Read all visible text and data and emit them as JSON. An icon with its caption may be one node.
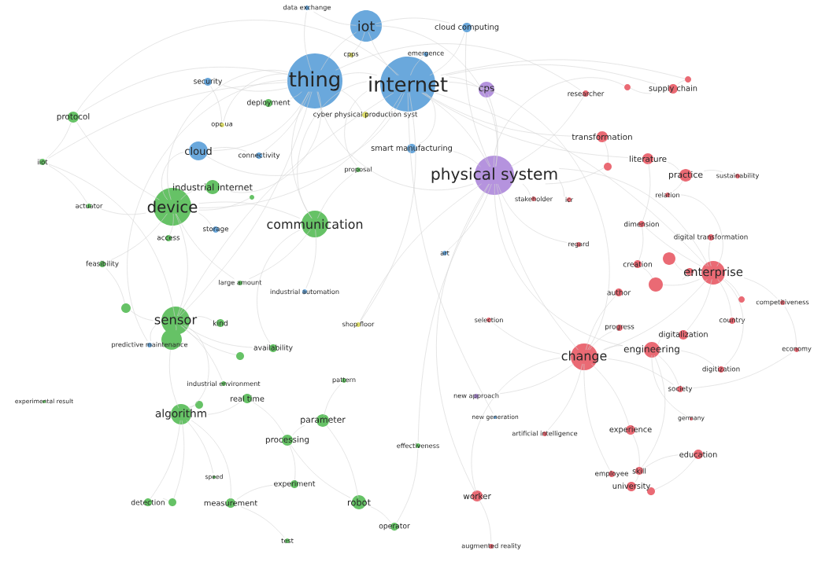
{
  "diagram": {
    "nodes": [
      {
        "text": [
          "data exchange"
        ]
      },
      {
        "text": [
          "iot"
        ]
      },
      {
        "text": [
          "cloud computing"
        ]
      },
      {
        "text": [
          "cpps"
        ]
      },
      {
        "text": [
          "emergence"
        ]
      },
      {
        "text": [
          "thing"
        ]
      },
      {
        "text": [
          "internet"
        ]
      },
      {
        "text": [
          "cps"
        ]
      },
      {
        "text": [],
        "shape": "circle"
      },
      {
        "text": [
          "supply chain"
        ]
      },
      {
        "text": [],
        "shape": "circle"
      },
      {
        "text": [
          "researcher"
        ]
      },
      {
        "text": [
          "security"
        ]
      },
      {
        "text": [
          "deployment"
        ]
      },
      {
        "text": [
          "cyber physical production syst"
        ]
      },
      {
        "text": [
          "protocol"
        ]
      },
      {
        "text": [
          "opc ua"
        ]
      },
      {
        "text": [
          "transformation"
        ]
      },
      {
        "text": [
          "cloud"
        ]
      },
      {
        "text": [
          "smart manufacturing"
        ]
      },
      {
        "text": [
          "connectivity"
        ]
      },
      {
        "text": [
          "literature"
        ]
      },
      {
        "text": [
          "iiot"
        ]
      },
      {
        "text": [],
        "shape": "circle"
      },
      {
        "text": [
          "proposal"
        ]
      },
      {
        "text": [
          "physical system"
        ]
      },
      {
        "text": [
          "practice"
        ]
      },
      {
        "text": [
          "sustainability"
        ]
      },
      {
        "text": [
          "relation"
        ]
      },
      {
        "text": [
          "industrial internet"
        ]
      },
      {
        "text": [],
        "shape": "circle"
      },
      {
        "text": [
          "stakeholder"
        ]
      },
      {
        "text": [
          "icr"
        ]
      },
      {
        "text": [
          "device"
        ]
      },
      {
        "text": [
          "actuator"
        ]
      },
      {
        "text": [
          "communication"
        ]
      },
      {
        "text": [
          "dimension"
        ]
      },
      {
        "text": [
          "storage"
        ]
      },
      {
        "text": [
          "access"
        ]
      },
      {
        "text": [
          "digital transformation"
        ]
      },
      {
        "text": [
          "regard"
        ]
      },
      {
        "text": [
          "art"
        ]
      },
      {
        "text": [],
        "shape": "circle"
      },
      {
        "text": [
          "creation"
        ]
      },
      {
        "text": [
          "feasibility"
        ]
      },
      {
        "text": [
          "enterprise"
        ]
      },
      {
        "text": [],
        "shape": "circle"
      },
      {
        "text": [
          "large amount"
        ]
      },
      {
        "text": [],
        "shape": "circle"
      },
      {
        "text": [
          "industrial automation"
        ]
      },
      {
        "text": [
          "author"
        ]
      },
      {
        "text": [],
        "shape": "circle"
      },
      {
        "text": [],
        "shape": "circle"
      },
      {
        "text": [
          "competitiveness"
        ]
      },
      {
        "text": [
          "sensor"
        ]
      },
      {
        "text": [
          "kind"
        ]
      },
      {
        "text": [
          "shop floor"
        ]
      },
      {
        "text": [
          "country"
        ]
      },
      {
        "text": [
          "selection"
        ]
      },
      {
        "text": [
          "progress"
        ]
      },
      {
        "text": [],
        "shape": "circle"
      },
      {
        "text": [
          "predictive maintenance"
        ]
      },
      {
        "text": [
          "availability"
        ]
      },
      {
        "text": [
          "digitalization"
        ]
      },
      {
        "text": [
          "engineering"
        ]
      },
      {
        "text": [
          "change"
        ]
      },
      {
        "text": [
          "economy"
        ]
      },
      {
        "text": [],
        "shape": "circle"
      },
      {
        "text": [
          "digitization"
        ]
      },
      {
        "text": [
          "society"
        ]
      },
      {
        "text": [
          "industrial environment"
        ]
      },
      {
        "text": [
          "pattern"
        ]
      },
      {
        "text": [
          "experimental result"
        ]
      },
      {
        "text": [
          "new approach"
        ]
      },
      {
        "text": [
          "real time"
        ]
      },
      {
        "text": [],
        "shape": "circle"
      },
      {
        "text": [
          "algorithm"
        ]
      },
      {
        "text": [
          "parameter"
        ]
      },
      {
        "text": [
          "germany"
        ]
      },
      {
        "text": [
          "new generation"
        ]
      },
      {
        "text": [
          "artificial intelligence"
        ]
      },
      {
        "text": [
          "experience"
        ]
      },
      {
        "text": [
          "processing"
        ]
      },
      {
        "text": [
          "effectiveness"
        ]
      },
      {
        "text": [
          "education"
        ]
      },
      {
        "text": [
          "skill"
        ]
      },
      {
        "text": [
          "employee"
        ]
      },
      {
        "text": [
          "speed"
        ]
      },
      {
        "text": [
          "experiment"
        ]
      },
      {
        "text": [
          "university"
        ]
      },
      {
        "text": [],
        "shape": "circle"
      },
      {
        "text": [
          "worker"
        ]
      },
      {
        "text": [
          "detection"
        ]
      },
      {
        "text": [],
        "shape": "circle"
      },
      {
        "text": [
          "measurement"
        ]
      },
      {
        "text": [
          "robot"
        ]
      },
      {
        "text": [
          "operator"
        ]
      },
      {
        "text": [
          "test"
        ]
      },
      {
        "text": [
          "augmented reality"
        ]
      }
    ],
    "edges": [
      {
        "from": 5,
        "to": 6,
        "arrow": "none"
      },
      {
        "from": 5,
        "to": 1,
        "arrow": "none"
      },
      {
        "from": 6,
        "to": 1,
        "arrow": "none"
      },
      {
        "from": 5,
        "to": 25,
        "arrow": "none"
      },
      {
        "from": 6,
        "to": 25,
        "arrow": "none"
      },
      {
        "from": 1,
        "to": 25,
        "arrow": "none"
      },
      {
        "from": 5,
        "to": 33,
        "arrow": "none"
      },
      {
        "from": 6,
        "to": 33,
        "arrow": "none"
      },
      {
        "from": 5,
        "to": 35,
        "arrow": "none"
      },
      {
        "from": 6,
        "to": 35,
        "arrow": "none"
      },
      {
        "from": 5,
        "to": 54,
        "arrow": "none"
      },
      {
        "from": 6,
        "to": 54,
        "arrow": "none"
      },
      {
        "from": 5,
        "to": 18,
        "arrow": "none"
      },
      {
        "from": 6,
        "to": 18,
        "arrow": "none"
      },
      {
        "from": 5,
        "to": 12,
        "arrow": "none"
      },
      {
        "from": 5,
        "to": 13,
        "arrow": "none"
      },
      {
        "from": 5,
        "to": 15,
        "arrow": "none"
      },
      {
        "from": 6,
        "to": 15,
        "arrow": "none"
      },
      {
        "from": 5,
        "to": 22,
        "arrow": "none"
      },
      {
        "from": 1,
        "to": 0,
        "arrow": "none"
      },
      {
        "from": 5,
        "to": 0,
        "arrow": "none"
      },
      {
        "from": 1,
        "to": 2,
        "arrow": "none"
      },
      {
        "from": 6,
        "to": 2,
        "arrow": "none"
      },
      {
        "from": 6,
        "to": 7,
        "arrow": "none"
      },
      {
        "from": 7,
        "to": 25,
        "arrow": "none"
      },
      {
        "from": 1,
        "to": 3,
        "arrow": "none"
      },
      {
        "from": 6,
        "to": 4,
        "arrow": "none"
      },
      {
        "from": 5,
        "to": 14,
        "arrow": "none"
      },
      {
        "from": 6,
        "to": 19,
        "arrow": "none"
      },
      {
        "from": 5,
        "to": 20,
        "arrow": "none"
      },
      {
        "from": 5,
        "to": 29,
        "arrow": "none"
      },
      {
        "from": 33,
        "to": 54,
        "arrow": "none"
      },
      {
        "from": 33,
        "to": 35,
        "arrow": "none"
      },
      {
        "from": 33,
        "to": 29,
        "arrow": "none"
      },
      {
        "from": 33,
        "to": 34,
        "arrow": "none"
      },
      {
        "from": 33,
        "to": 38,
        "arrow": "none"
      },
      {
        "from": 33,
        "to": 44,
        "arrow": "none"
      },
      {
        "from": 33,
        "to": 37,
        "arrow": "none"
      },
      {
        "from": 15,
        "to": 22,
        "arrow": "none"
      },
      {
        "from": 15,
        "to": 33,
        "arrow": "none"
      },
      {
        "from": 22,
        "to": 34,
        "arrow": "none"
      },
      {
        "from": 22,
        "to": 54,
        "arrow": "none"
      },
      {
        "from": 18,
        "to": 33,
        "arrow": "none"
      },
      {
        "from": 18,
        "to": 20,
        "arrow": "none"
      },
      {
        "from": 12,
        "to": 16,
        "arrow": "none"
      },
      {
        "from": 54,
        "to": 76,
        "arrow": "none"
      },
      {
        "from": 54,
        "to": 55,
        "arrow": "none"
      },
      {
        "from": 54,
        "to": 60,
        "arrow": "none"
      },
      {
        "from": 54,
        "to": 61,
        "arrow": "none"
      },
      {
        "from": 54,
        "to": 62,
        "arrow": "none"
      },
      {
        "from": 54,
        "to": 51,
        "arrow": "none"
      },
      {
        "from": 44,
        "to": 51,
        "arrow": "none"
      },
      {
        "from": 35,
        "to": 62,
        "arrow": "none"
      },
      {
        "from": 35,
        "to": 47,
        "arrow": "none"
      },
      {
        "from": 35,
        "to": 49,
        "arrow": "none"
      },
      {
        "from": 35,
        "to": 24,
        "arrow": "none"
      },
      {
        "from": 6,
        "to": 24,
        "arrow": "none"
      },
      {
        "from": 76,
        "to": 75,
        "arrow": "none"
      },
      {
        "from": 76,
        "to": 92,
        "arrow": "none"
      },
      {
        "from": 76,
        "to": 93,
        "arrow": "none"
      },
      {
        "from": 76,
        "to": 87,
        "arrow": "none"
      },
      {
        "from": 76,
        "to": 94,
        "arrow": "none"
      },
      {
        "from": 76,
        "to": 74,
        "arrow": "none"
      },
      {
        "from": 74,
        "to": 82,
        "arrow": "none"
      },
      {
        "from": 70,
        "to": 54,
        "arrow": "none"
      },
      {
        "from": 82,
        "to": 77,
        "arrow": "none"
      },
      {
        "from": 77,
        "to": 71,
        "arrow": "none"
      },
      {
        "from": 77,
        "to": 95,
        "arrow": "none"
      },
      {
        "from": 95,
        "to": 96,
        "arrow": "none"
      },
      {
        "from": 95,
        "to": 82,
        "arrow": "none"
      },
      {
        "from": 82,
        "to": 88,
        "arrow": "none"
      },
      {
        "from": 94,
        "to": 97,
        "arrow": "none"
      },
      {
        "from": 94,
        "to": 88,
        "arrow": "none"
      },
      {
        "from": 56,
        "to": 25,
        "arrow": "none"
      },
      {
        "from": 56,
        "to": 6,
        "arrow": "none"
      },
      {
        "from": 83,
        "to": 25,
        "arrow": "none"
      },
      {
        "from": 83,
        "to": 96,
        "arrow": "none"
      },
      {
        "from": 25,
        "to": 65,
        "arrow": "none"
      },
      {
        "from": 25,
        "to": 45,
        "arrow": "none"
      },
      {
        "from": 25,
        "to": 64,
        "arrow": "none"
      },
      {
        "from": 25,
        "to": 31,
        "arrow": "none"
      },
      {
        "from": 25,
        "to": 41,
        "arrow": "none"
      },
      {
        "from": 25,
        "to": 40,
        "arrow": "none"
      },
      {
        "from": 6,
        "to": 17,
        "arrow": "none"
      },
      {
        "from": 6,
        "to": 21,
        "arrow": "none"
      },
      {
        "from": 6,
        "to": 45,
        "arrow": "none"
      },
      {
        "from": 6,
        "to": 65,
        "arrow": "none"
      },
      {
        "from": 65,
        "to": 64,
        "arrow": "none"
      },
      {
        "from": 65,
        "to": 45,
        "arrow": "none"
      },
      {
        "from": 65,
        "to": 59,
        "arrow": "none"
      },
      {
        "from": 65,
        "to": 58,
        "arrow": "none"
      },
      {
        "from": 65,
        "to": 50,
        "arrow": "none"
      },
      {
        "from": 65,
        "to": 81,
        "arrow": "none"
      },
      {
        "from": 65,
        "to": 73,
        "arrow": "none"
      },
      {
        "from": 65,
        "to": 80,
        "arrow": "none"
      },
      {
        "from": 65,
        "to": 69,
        "arrow": "none"
      },
      {
        "from": 45,
        "to": 42,
        "arrow": "none"
      },
      {
        "from": 45,
        "to": 46,
        "arrow": "none"
      },
      {
        "from": 45,
        "to": 48,
        "arrow": "none"
      },
      {
        "from": 45,
        "to": 39,
        "arrow": "none"
      },
      {
        "from": 45,
        "to": 57,
        "arrow": "none"
      },
      {
        "from": 45,
        "to": 63,
        "arrow": "none"
      },
      {
        "from": 45,
        "to": 52,
        "arrow": "none"
      },
      {
        "from": 45,
        "to": 53,
        "arrow": "none"
      },
      {
        "from": 53,
        "to": 66,
        "arrow": "none"
      },
      {
        "from": 66,
        "to": 69,
        "arrow": "none"
      },
      {
        "from": 64,
        "to": 63,
        "arrow": "none"
      },
      {
        "from": 64,
        "to": 69,
        "arrow": "none"
      },
      {
        "from": 64,
        "to": 68,
        "arrow": "none"
      },
      {
        "from": 64,
        "to": 85,
        "arrow": "none"
      },
      {
        "from": 81,
        "to": 85,
        "arrow": "none"
      },
      {
        "from": 85,
        "to": 84,
        "arrow": "none"
      },
      {
        "from": 85,
        "to": 89,
        "arrow": "none"
      },
      {
        "from": 89,
        "to": 90,
        "arrow": "none"
      },
      {
        "from": 84,
        "to": 90,
        "arrow": "none"
      },
      {
        "from": 86,
        "to": 65,
        "arrow": "none"
      },
      {
        "from": 21,
        "to": 26,
        "arrow": "none"
      },
      {
        "from": 26,
        "to": 27,
        "arrow": "none"
      },
      {
        "from": 26,
        "to": 28,
        "arrow": "none"
      },
      {
        "from": 21,
        "to": 36,
        "arrow": "none"
      },
      {
        "from": 17,
        "to": 23,
        "arrow": "none"
      },
      {
        "from": 9,
        "to": 8,
        "arrow": "none"
      },
      {
        "from": 9,
        "to": 10,
        "arrow": "none"
      },
      {
        "from": 6,
        "to": 9,
        "arrow": "none"
      },
      {
        "from": 5,
        "to": 11,
        "arrow": "none"
      },
      {
        "from": 25,
        "to": 32,
        "arrow": "none"
      },
      {
        "from": 36,
        "to": 43,
        "arrow": "none"
      },
      {
        "from": 91,
        "to": 98,
        "arrow": "none"
      },
      {
        "from": 91,
        "to": 65,
        "arrow": "none"
      },
      {
        "from": 91,
        "to": 25,
        "arrow": "none"
      },
      {
        "from": 79,
        "to": 6,
        "arrow": "none"
      },
      {
        "from": 61,
        "to": 5,
        "arrow": "none"
      },
      {
        "from": 67,
        "to": 54,
        "arrow": "none"
      },
      {
        "from": 30,
        "to": 33,
        "arrow": "none"
      },
      {
        "from": 47,
        "to": 33,
        "arrow": "none"
      },
      {
        "from": 43,
        "to": 48,
        "arrow": "none"
      },
      {
        "from": 78,
        "to": 64,
        "arrow": "none"
      },
      {
        "from": 68,
        "to": 45,
        "arrow": "none"
      },
      {
        "from": 19,
        "to": 25,
        "arrow": "none"
      },
      {
        "from": 11,
        "to": 25,
        "arrow": "none"
      },
      {
        "from": 10,
        "to": 6,
        "arrow": "none"
      },
      {
        "from": 8,
        "to": 25,
        "arrow": "none"
      },
      {
        "from": 2,
        "to": 25,
        "arrow": "none"
      },
      {
        "from": 16,
        "to": 5,
        "arrow": "none"
      },
      {
        "from": 36,
        "to": 45,
        "arrow": "none"
      },
      {
        "from": 28,
        "to": 45,
        "arrow": "none"
      },
      {
        "from": 23,
        "to": 25,
        "arrow": "none"
      },
      {
        "from": 60,
        "to": 76,
        "arrow": "none"
      },
      {
        "from": 92,
        "to": 93,
        "arrow": "none"
      }
    ]
  }
}
